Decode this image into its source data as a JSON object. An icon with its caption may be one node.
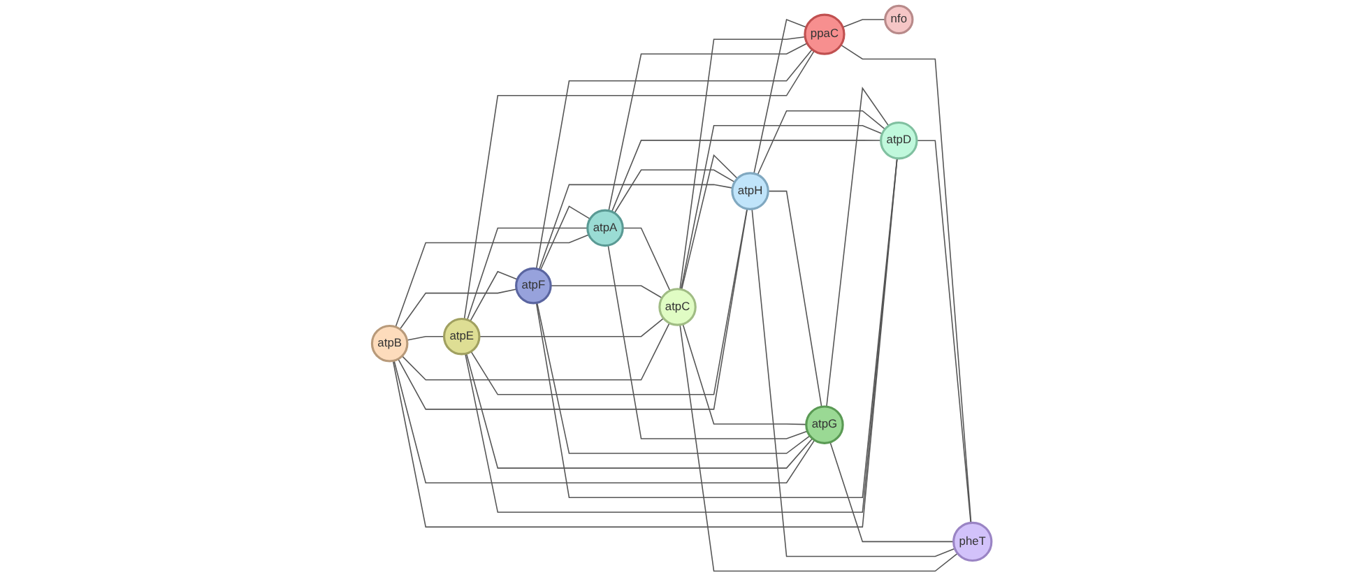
{
  "diagram": {
    "nodes": [
      {
        "text": [
          "atpB"
        ]
      },
      {
        "text": [
          "atpE"
        ]
      },
      {
        "text": [
          "atpF"
        ]
      },
      {
        "text": [
          "nfo"
        ]
      },
      {
        "text": [
          "ppaC"
        ]
      },
      {
        "text": [
          "atpA"
        ]
      },
      {
        "text": [
          "atpC"
        ]
      },
      {
        "text": [
          "atpH"
        ]
      },
      {
        "text": [
          "atpG"
        ]
      },
      {
        "text": [
          "atpD"
        ]
      },
      {
        "text": [
          "pheT"
        ]
      }
    ],
    "edges": [
      {
        "from": 0,
        "to": 1,
        "arrow": "none"
      },
      {
        "from": 0,
        "to": 2,
        "arrow": "none"
      },
      {
        "from": 0,
        "to": 5,
        "arrow": "none"
      },
      {
        "from": 0,
        "to": 6,
        "arrow": "none"
      },
      {
        "from": 0,
        "to": 7,
        "arrow": "none"
      },
      {
        "from": 0,
        "to": 8,
        "arrow": "none"
      },
      {
        "from": 0,
        "to": 9,
        "arrow": "none"
      },
      {
        "from": 1,
        "to": 2,
        "arrow": "none"
      },
      {
        "from": 1,
        "to": 5,
        "arrow": "none"
      },
      {
        "from": 1,
        "to": 6,
        "arrow": "none"
      },
      {
        "from": 1,
        "to": 7,
        "arrow": "none"
      },
      {
        "from": 1,
        "to": 8,
        "arrow": "none"
      },
      {
        "from": 1,
        "to": 9,
        "arrow": "none"
      },
      {
        "from": 1,
        "to": 4,
        "arrow": "none"
      },
      {
        "from": 2,
        "to": 5,
        "arrow": "none"
      },
      {
        "from": 2,
        "to": 6,
        "arrow": "none"
      },
      {
        "from": 2,
        "to": 7,
        "arrow": "none"
      },
      {
        "from": 2,
        "to": 8,
        "arrow": "none"
      },
      {
        "from": 2,
        "to": 9,
        "arrow": "none"
      },
      {
        "from": 2,
        "to": 4,
        "arrow": "none"
      },
      {
        "from": 5,
        "to": 6,
        "arrow": "none"
      },
      {
        "from": 5,
        "to": 7,
        "arrow": "none"
      },
      {
        "from": 5,
        "to": 8,
        "arrow": "none"
      },
      {
        "from": 5,
        "to": 9,
        "arrow": "none"
      },
      {
        "from": 5,
        "to": 4,
        "arrow": "none"
      },
      {
        "from": 6,
        "to": 7,
        "arrow": "none"
      },
      {
        "from": 6,
        "to": 8,
        "arrow": "none"
      },
      {
        "from": 6,
        "to": 9,
        "arrow": "none"
      },
      {
        "from": 6,
        "to": 4,
        "arrow": "none"
      },
      {
        "from": 6,
        "to": 10,
        "arrow": "none"
      },
      {
        "from": 7,
        "to": 8,
        "arrow": "none"
      },
      {
        "from": 7,
        "to": 9,
        "arrow": "none"
      },
      {
        "from": 7,
        "to": 4,
        "arrow": "none"
      },
      {
        "from": 7,
        "to": 10,
        "arrow": "none"
      },
      {
        "from": 8,
        "to": 9,
        "arrow": "none"
      },
      {
        "from": 8,
        "to": 10,
        "arrow": "none"
      },
      {
        "from": 9,
        "to": 10,
        "arrow": "none"
      },
      {
        "from": 4,
        "to": 3,
        "arrow": "none"
      },
      {
        "from": 4,
        "to": 10,
        "arrow": "none"
      }
    ]
  }
}
